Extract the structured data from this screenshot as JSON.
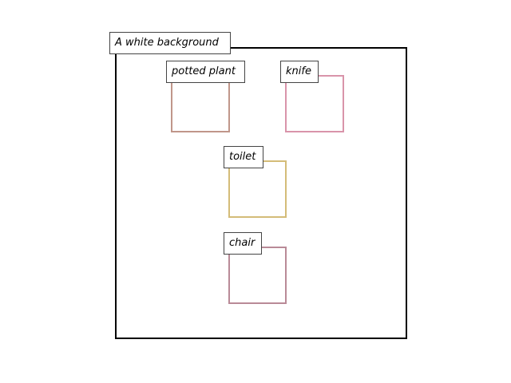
{
  "scene": {
    "caption": "A white background",
    "objects": [
      {
        "label": "potted plant",
        "color": "#c0968a"
      },
      {
        "label": "knife",
        "color": "#d994aa"
      },
      {
        "label": "toilet",
        "color": "#d4bc78"
      },
      {
        "label": "chair",
        "color": "#b98a97"
      }
    ]
  }
}
